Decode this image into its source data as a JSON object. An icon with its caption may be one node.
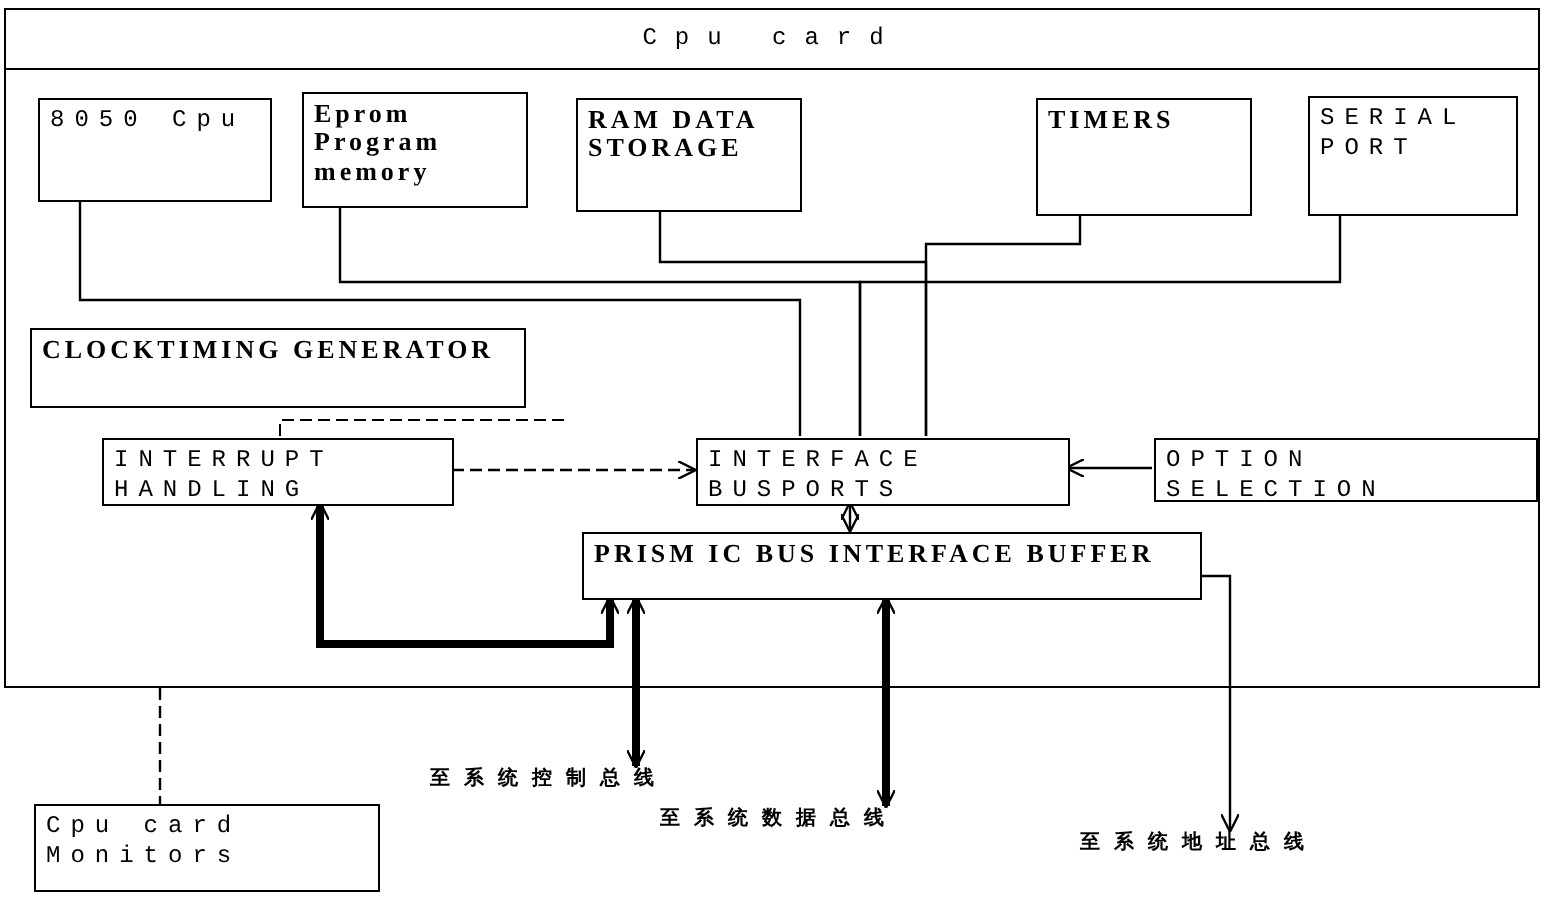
{
  "diagram": {
    "nodes": [
      {
        "text": [
          "Cpu card"
        ]
      },
      {
        "text": [
          "8050 Cpu"
        ],
        "in": 0
      },
      {
        "text": [
          "Eprom Program memory"
        ],
        "in": 0
      },
      {
        "text": [
          "RAM DATA STORAGE"
        ],
        "in": 0
      },
      {
        "text": [
          "TIMERS"
        ],
        "in": 0
      },
      {
        "text": [
          "SERIAL PORT"
        ],
        "in": 0
      },
      {
        "text": [
          "CLOCKTIMING GENERATOR"
        ],
        "in": 0
      },
      {
        "text": [
          "INTERRUPT HANDLING"
        ],
        "in": 0
      },
      {
        "text": [
          "INTERFACE BUSPORTS"
        ],
        "in": 0
      },
      {
        "text": [
          "OPTION SELECTION"
        ],
        "in": 0
      },
      {
        "text": [
          "PRISM IC BUS INTERFACE BUFFER"
        ],
        "in": 0
      },
      {
        "text": [
          "Cpu card Monitors"
        ]
      },
      {
        "text": [
          "至系统控制总线"
        ]
      },
      {
        "text": [
          "至系统数据总线"
        ]
      },
      {
        "text": [
          "至系统地址总线"
        ]
      }
    ],
    "edges": [
      {
        "from": 1,
        "to": 8,
        "arrow": "none"
      },
      {
        "from": 2,
        "to": 8,
        "arrow": "none"
      },
      {
        "from": 3,
        "to": 8,
        "arrow": "none"
      },
      {
        "from": 4,
        "to": 8,
        "arrow": "none"
      },
      {
        "from": 5,
        "to": 8,
        "arrow": "none"
      },
      {
        "from": 7,
        "to": 8,
        "arrow": "to",
        "style": "dashed"
      },
      {
        "from": 9,
        "to": 8,
        "arrow": "to"
      },
      {
        "from": 8,
        "to": 10,
        "arrow": "both"
      },
      {
        "from": 10,
        "to": 7,
        "arrow": "both",
        "style": "thick"
      },
      {
        "from": 10,
        "to": 12,
        "arrow": "both",
        "style": "thick"
      },
      {
        "from": 10,
        "to": 13,
        "arrow": "both",
        "style": "thick"
      },
      {
        "from": 10,
        "to": 14,
        "arrow": "to"
      },
      {
        "from": 0,
        "to": 11,
        "arrow": "none",
        "style": "dashed"
      }
    ]
  }
}
